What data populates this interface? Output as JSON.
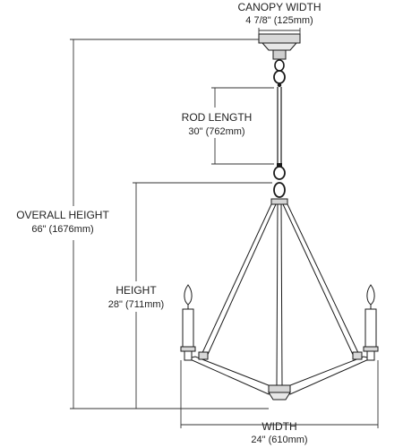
{
  "canopy": {
    "title": "CANOPY WIDTH",
    "value": "4 7/8\" (125mm)"
  },
  "rod": {
    "title": "ROD LENGTH",
    "value": "30\" (762mm)"
  },
  "overall": {
    "title": "OVERALL HEIGHT",
    "value": "66\" (1676mm)"
  },
  "height": {
    "title": "HEIGHT",
    "value": "28\" (711mm)"
  },
  "width": {
    "title": "WIDTH",
    "value": "24\" (610mm)"
  },
  "colors": {
    "line": "#1a1a1a",
    "text": "#222222",
    "background": "#ffffff"
  }
}
